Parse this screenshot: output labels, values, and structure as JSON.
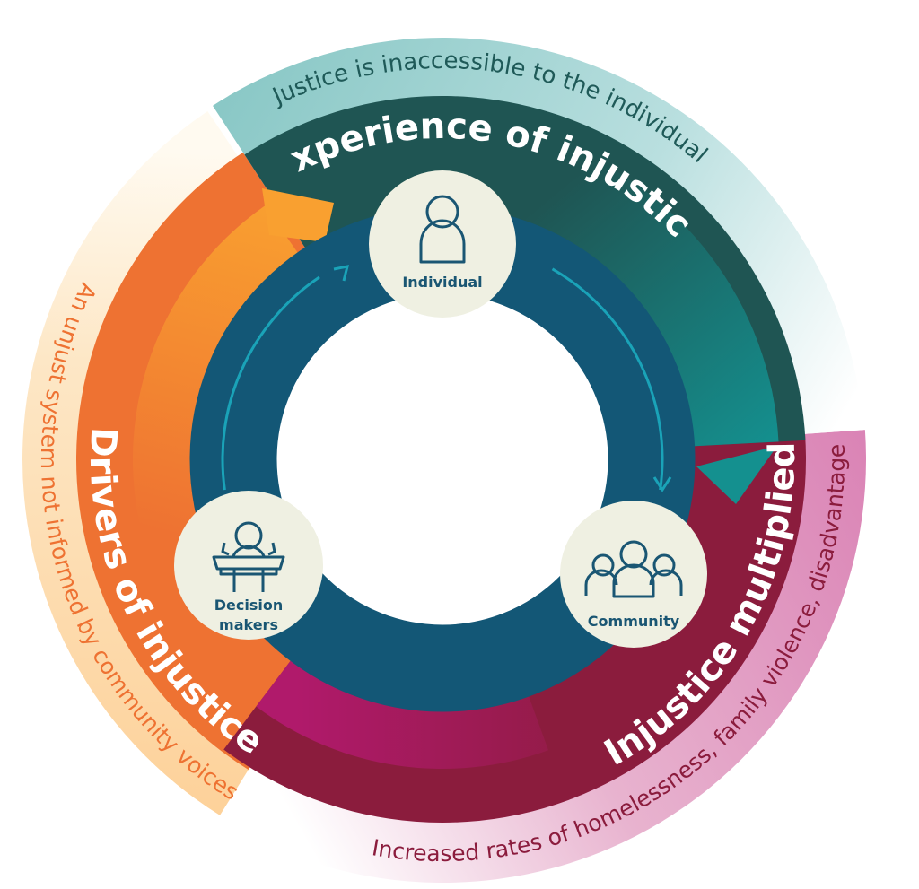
{
  "colors": {
    "ring": "#135776",
    "arrow": "#1aa3b8",
    "node_fill": "#eff0e2",
    "node_text": "#1a5673",
    "experience_dark": "#1f5553",
    "experience_light": "#14908f",
    "drivers": "#ee7232",
    "drivers_light": "#f9a030",
    "multiplied": "#8b1c3d",
    "multiplied_light": "#b01a6b"
  },
  "segments": {
    "experience": {
      "title": "Experience of injustice",
      "subtitle": "Justice is inaccessible to the individual"
    },
    "drivers": {
      "title": "Drivers of injustice",
      "subtitle": "An unjust system not informed by community voices"
    },
    "multiplied": {
      "title": "Injustice multiplied",
      "subtitle": "Increased rates of homelessness, family violence, disadvantage"
    }
  },
  "nodes": {
    "individual": {
      "label": "Individual",
      "icon": "person-icon"
    },
    "decision_makers": {
      "line1": "Decision",
      "line2": "makers",
      "icon": "speaker-podium-icon"
    },
    "community": {
      "label": "Community",
      "icon": "group-icon"
    }
  }
}
